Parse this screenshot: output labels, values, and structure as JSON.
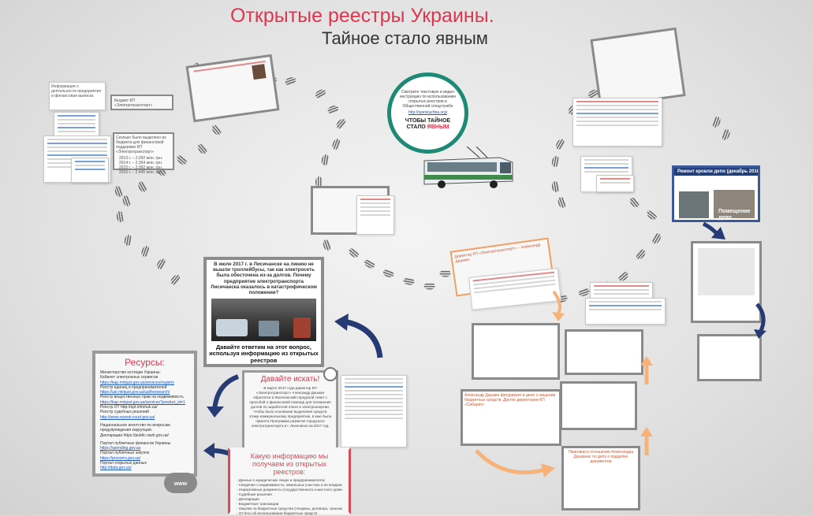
{
  "title": {
    "line1": "Открытые реестры Украины.",
    "line2": "Тайное стало явным"
  },
  "circle": {
    "intro": "Смотрите текстовую и видео инструкцию по использованию открытых реестров в Общественной спецслужбе",
    "link": "http://spetsluzhba.org/",
    "headline1": "ЧТОБЫ ТАЙНОЕ",
    "headline2a": "СТАЛО ",
    "headline2b": "ЯВНЫМ"
  },
  "question": {
    "text": "В июле 2017 г. в Лисичанске на линию не вышли троллейбусы, так как электросеть была обесточена из-за долгов. Почему предприятие электротранспорта Лисичанска оказалось в катастрофическом положении?",
    "answer": "Давайте ответим на этот вопрос, используя информацию из открытых реестров"
  },
  "resources": {
    "title": "Ресурсы:",
    "items": [
      {
        "text": "Министерство юстиции Украины:",
        "kind": "plain",
        "gap": false
      },
      {
        "text": "Кабинет электронных сервисов",
        "kind": "plain",
        "gap": false
      },
      {
        "text": "https://kap.minjust.gov.ua/services/registry",
        "kind": "link",
        "gap": false
      },
      {
        "text": "Реестр единиц и предпринимателей",
        "kind": "plain",
        "gap": false
      },
      {
        "text": "https://usr.minjust.gov.ua/ua/freesearch/",
        "kind": "link",
        "gap": false
      },
      {
        "text": "Реестр вещественных прав на недвижимость",
        "kind": "plain",
        "gap": false
      },
      {
        "text": "https://kap.minjust.gov.ua/services?product_id=1",
        "kind": "link",
        "gap": false
      },
      {
        "text": "Реестр ОТ http://ept.infomuk.ua/",
        "kind": "plain",
        "gap": false
      },
      {
        "text": "Реестр судебных решений",
        "kind": "plain",
        "gap": false
      },
      {
        "text": "http://www.reyestr.court.gov.ua/",
        "kind": "link",
        "gap": false
      },
      {
        "text": "Национальное агентство по вопросам",
        "kind": "plain",
        "gap": true
      },
      {
        "text": "предупреждения коррупции:",
        "kind": "plain",
        "gap": false
      },
      {
        "text": "Декларации https://public.nazk.gov.ua/",
        "kind": "plain",
        "gap": false
      },
      {
        "text": "Портал публичных финансов Украины",
        "kind": "plain",
        "gap": true
      },
      {
        "text": "https://spending.gov.ua",
        "kind": "link",
        "gap": false
      },
      {
        "text": "Портал публичных закупок",
        "kind": "plain",
        "gap": false
      },
      {
        "text": "https://prozorro.gov.ua/",
        "kind": "link",
        "gap": false
      },
      {
        "text": "Портал открытых данных",
        "kind": "plain",
        "gap": false
      },
      {
        "text": "http://data.gov.ua/",
        "kind": "link",
        "gap": false
      }
    ],
    "cloud_label": "www"
  },
  "ask": {
    "title": "Давайте искать!",
    "body": "В марте 2017 года директор КП «Электротранспорт» Александр Дашкин обратился в Лисичанский городской совет с просьбой о финансовой помощи для погашения долгов по заработной плате и электроэнергии. Чтобы было основание выделения средств этому коммунальному предприятию, в мае была принята Программа развития городского электротранспорта в г. Лисичанск на 2017 год."
  },
  "info": {
    "title": "Какую информацию мы получаем из открытых реестров:",
    "items": [
      "- Данные о юридических лицах и предпринимателях",
      "- Сведения о недвижимости, земельных участках и их владельцах",
      "- Нормативные документы (государственного и местного уровня)",
      "- Судебные решения",
      "- Декларации",
      "- Бюджетные транзакции",
      "- Закупки за бюджетные средства (тендеры, договора, транзакции)",
      "- Отчеты об использовании бюджетных средств"
    ]
  },
  "left_notes": {
    "note1": "Информация о деятельности предприятия и финансовая выписка",
    "note2": "Бюджет КП «Электротранспорт»",
    "note3": "Сколько было выделено из бюджета для финансовой поддержки КП «Электротранспорт»",
    "budget_rows": [
      "2013 г. – 2,092 млн. грн.",
      "2014 г. – 2,354 млн. грн.",
      "2015 г. – 2,092 млн. грн.",
      "2016 г. – 2,445 млн. грн."
    ]
  },
  "right_notes": {
    "remont": "Ремонт кровли депо (декабрь 2016 г.)",
    "photo_label": "Помещение депо",
    "dashkin_note": "Директор КП «Электротранспорт» – Александр Дашкин",
    "fop_note": "Александр Дашкин фигурирует в деле о хищении бюджетных средств. Другое директором КП «Сибарит»",
    "prigovor": "Приговор в отношении Александра Дашкина: по делу о подделке документов"
  }
}
